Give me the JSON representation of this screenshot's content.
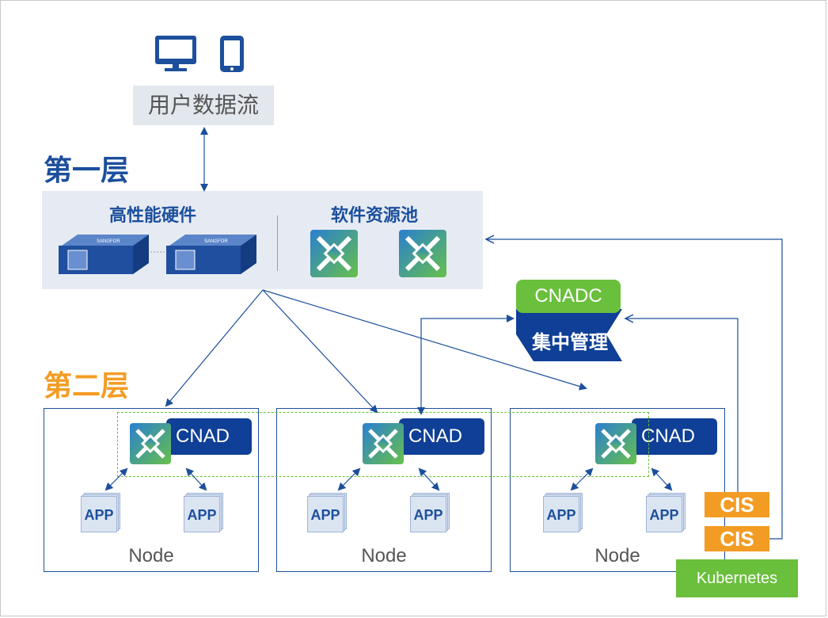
{
  "user_flow": {
    "label": "用户数据流",
    "devices": [
      "monitor-icon",
      "phone-icon"
    ]
  },
  "layer1": {
    "title": "第一层",
    "hardware_label": "高性能硬件",
    "software_label": "软件资源池",
    "brand": "SANGFOR"
  },
  "layer2": {
    "title": "第二层"
  },
  "controller": {
    "cnadc_label": "CNADC",
    "mgmt_label": "集中管理"
  },
  "nodes": [
    {
      "label": "Node",
      "cnad_label": "CNAD",
      "apps": [
        "APP",
        "APP"
      ]
    },
    {
      "label": "Node",
      "cnad_label": "CNAD",
      "apps": [
        "APP",
        "APP"
      ]
    },
    {
      "label": "Node",
      "cnad_label": "CNAD",
      "apps": [
        "APP",
        "APP"
      ]
    }
  ],
  "cis": [
    "CIS",
    "CIS"
  ],
  "kubernetes": "Kubernetes",
  "colors": {
    "blue": "#1c4f9c",
    "orange": "#f39c24",
    "green": "#6abf3c",
    "panel": "#e6ebf3"
  }
}
